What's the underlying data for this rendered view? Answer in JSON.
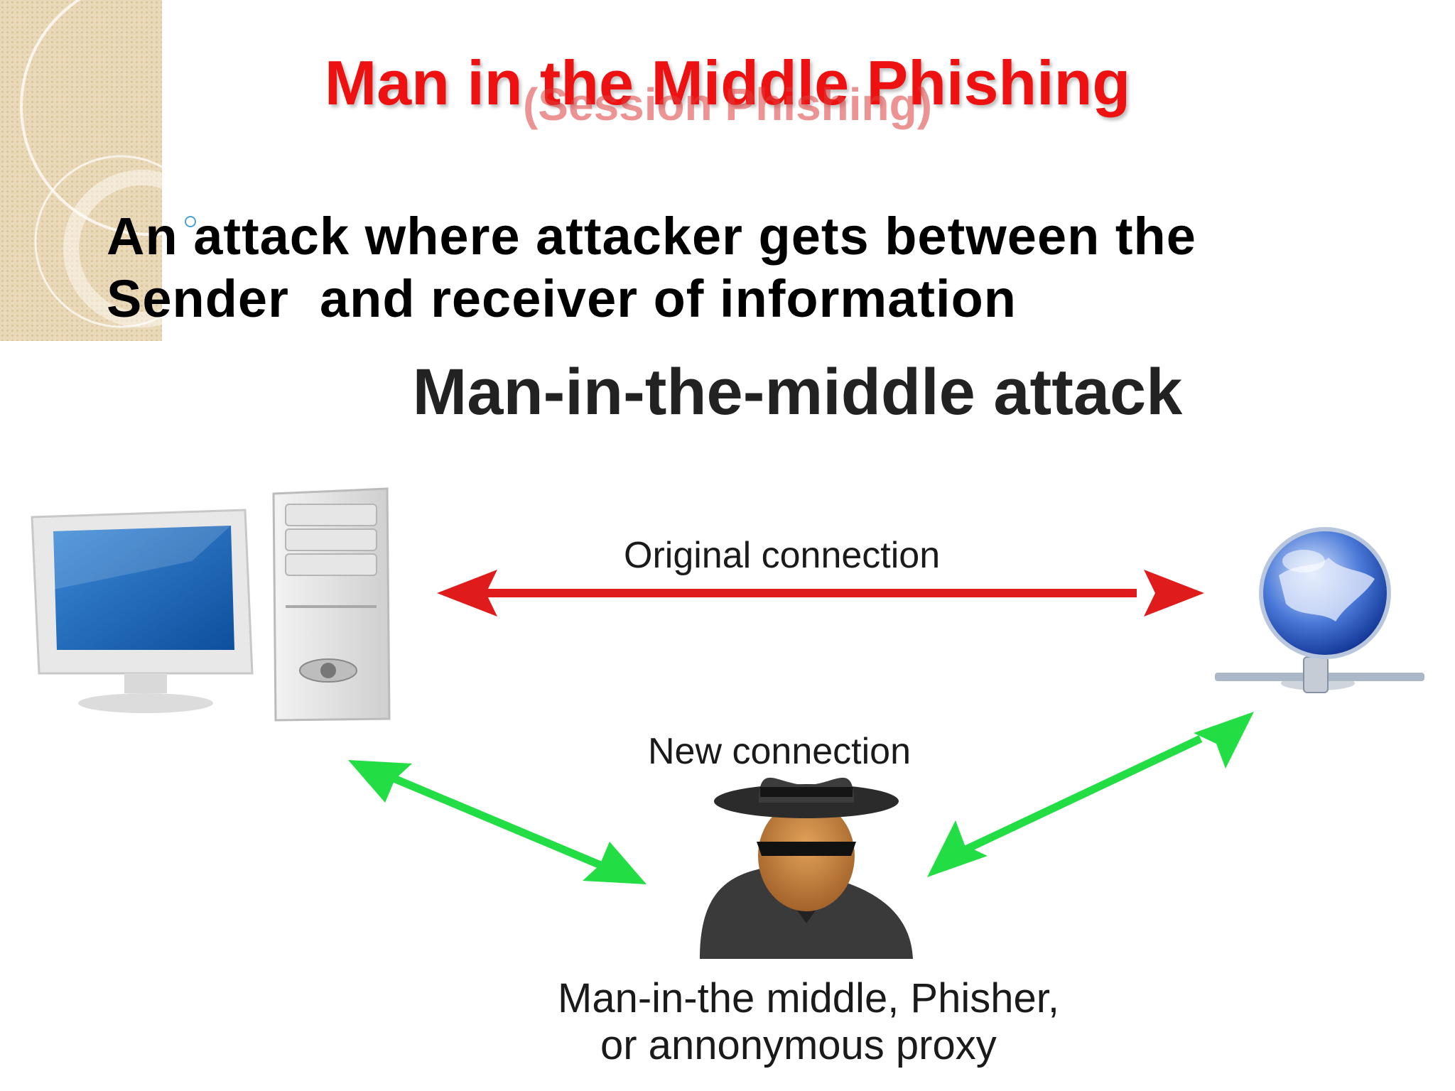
{
  "slide": {
    "title": "Man in the Middle Phishing",
    "subtitle": "(Session Phishing)",
    "body_line1": "An attack where attacker gets between the",
    "body_line2": "Sender  and receiver of information"
  },
  "diagram": {
    "heading": "Man-in-the-middle attack",
    "original_connection_label": "Original connection",
    "new_connection_label": "New connection",
    "attacker_label_line1": "Man-in-the middle, Phisher,",
    "attacker_label_line2": "or annonymous proxy",
    "nodes": [
      "computer-icon",
      "server-globe-icon",
      "attacker-icon"
    ],
    "colors": {
      "original_connection": "#e01b1b",
      "new_connection": "#22dd44",
      "title": "#ee1111"
    }
  }
}
